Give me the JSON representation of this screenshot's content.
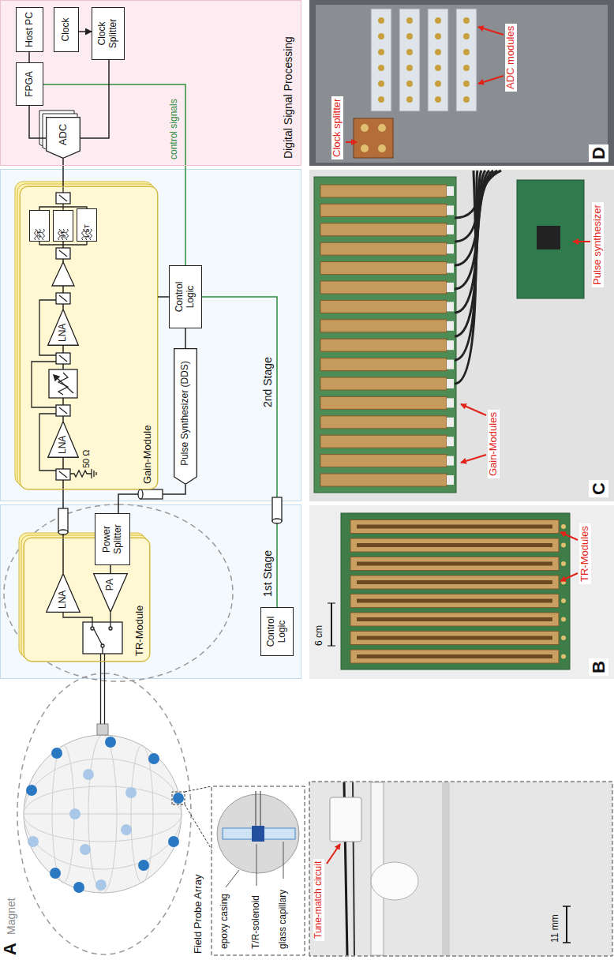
{
  "diagram": {
    "nodes": [
      {
        "text": [
          "TR-Module"
        ]
      },
      {
        "text": [
          "LNA"
        ],
        "in": 0
      },
      {
        "text": [
          "PA"
        ],
        "in": 0
      },
      {
        "text": [
          "Power Splitter"
        ]
      },
      {
        "text": [
          "Control Logic"
        ]
      },
      {
        "text": [
          "Gain-Module"
        ]
      },
      {
        "text": [
          "LNA"
        ],
        "in": 5
      },
      {
        "text": [
          "LNA"
        ],
        "in": 5
      },
      {
        "text": [
          "7T"
        ],
        "in": 5
      },
      {
        "text": [
          "3T"
        ],
        "in": 5
      },
      {
        "text": [
          "1.5T"
        ],
        "in": 5
      },
      {
        "text": [
          "Control Logic"
        ]
      },
      {
        "text": [
          "Pulse Synthesizer (DDS)"
        ]
      },
      {
        "text": [
          "Digital Signal Processing"
        ]
      },
      {
        "text": [
          "ADC"
        ],
        "in": 13
      },
      {
        "text": [
          "FPGA"
        ],
        "in": 13
      },
      {
        "text": [
          "Host PC"
        ],
        "in": 13
      },
      {
        "text": [
          "Clock"
        ],
        "in": 13
      },
      {
        "text": [
          "Clock Splitter"
        ],
        "in": 13
      }
    ],
    "edges": [
      {
        "from": 3,
        "to": 2,
        "arrow": "none"
      },
      {
        "from": 1,
        "to": 6,
        "arrow": "none"
      },
      {
        "from": 6,
        "to": 7,
        "arrow": "none"
      },
      {
        "from": 7,
        "to": 9,
        "arrow": "none"
      },
      {
        "from": 5,
        "to": 14,
        "arrow": "none"
      },
      {
        "from": 12,
        "to": 3,
        "arrow": "none"
      },
      {
        "from": 11,
        "to": 12,
        "arrow": "none"
      },
      {
        "from": 11,
        "to": 5,
        "arrow": "none"
      },
      {
        "from": 11,
        "to": 4,
        "arrow": "none"
      },
      {
        "from": 15,
        "to": 11,
        "label": "control signals",
        "arrow": "none"
      },
      {
        "from": 14,
        "to": 15,
        "arrow": "none"
      },
      {
        "from": 15,
        "to": 16,
        "arrow": "none"
      },
      {
        "from": 17,
        "to": 18,
        "arrow": "to"
      },
      {
        "from": 18,
        "to": 14,
        "arrow": "none"
      }
    ],
    "labels": [
      "A",
      "Magnet",
      "Field Probe Array",
      "epoxy casing",
      "T/R-solenoid",
      "glass capillary",
      "Tune-match circuit",
      "11 mm",
      "1st Stage",
      "6 cm",
      "TR-Modules",
      "B",
      "50 Ω",
      "2nd Stage",
      "Gain-Modules",
      "Pulse synthesizer",
      "C",
      "Clock splitter",
      "ADC modules",
      "D"
    ]
  }
}
